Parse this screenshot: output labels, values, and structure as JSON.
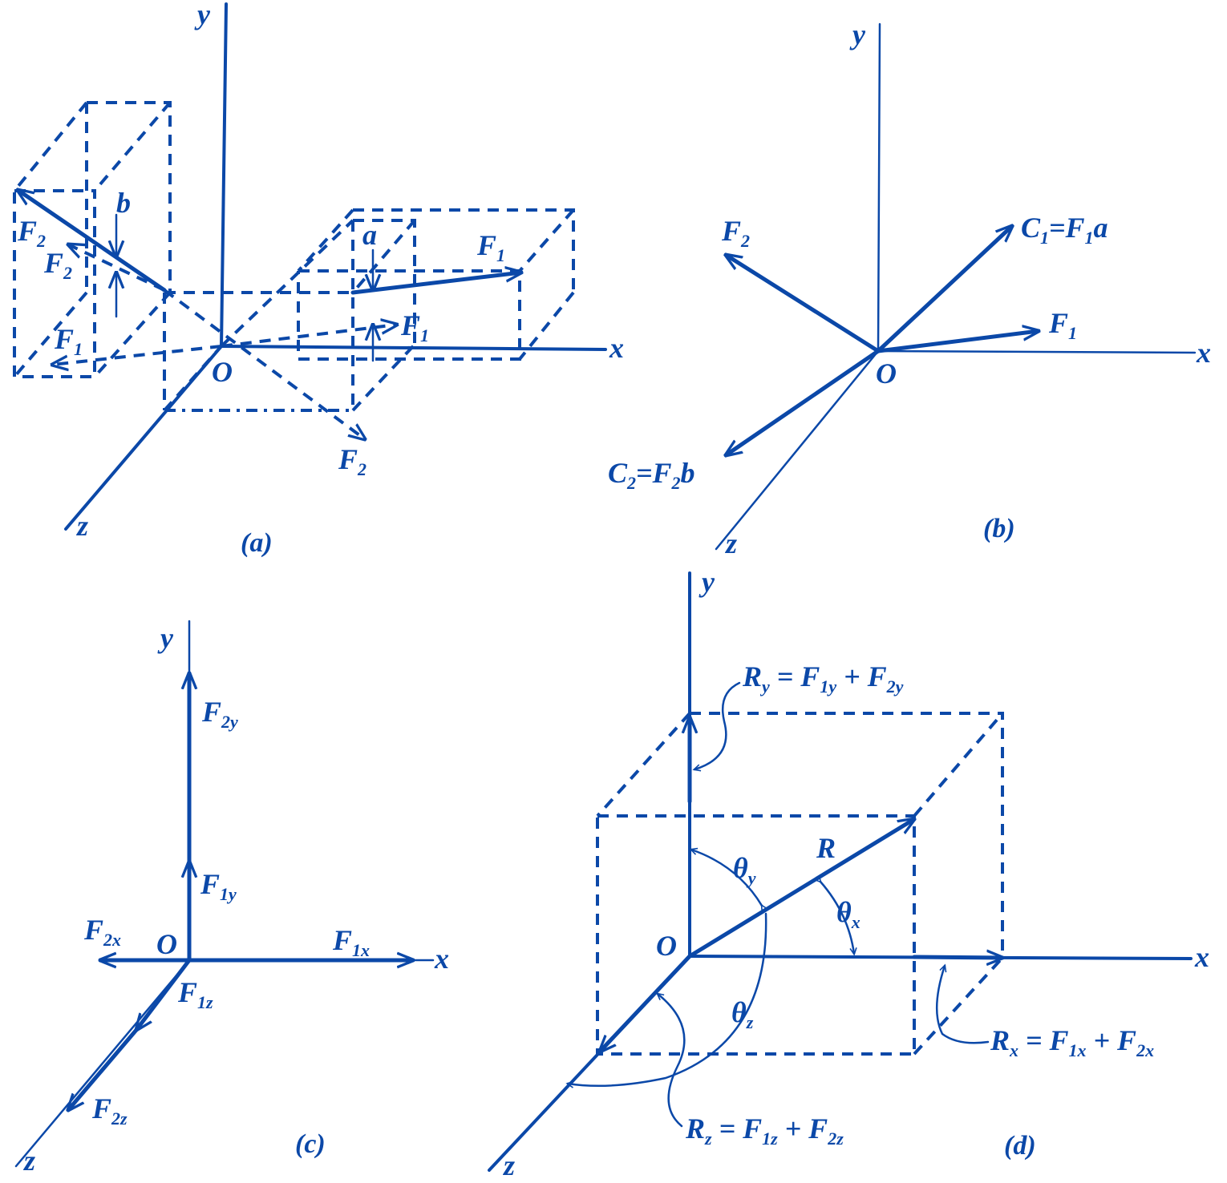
{
  "color": "#0b48a8",
  "panels": {
    "a": {
      "caption": "(a)",
      "axes": {
        "x": "x",
        "y": "y",
        "z": "z",
        "origin": "O"
      },
      "labels": {
        "F2_solid": {
          "main": "F",
          "sub": "2"
        },
        "F2_dashed_left": {
          "main": "F",
          "sub": "2"
        },
        "F1_left": {
          "main": "F",
          "sub": "1"
        },
        "b": "b",
        "a": "a",
        "F1_solid": {
          "main": "F",
          "sub": "1"
        },
        "F1_dashed": {
          "main": "F",
          "sub": "1"
        },
        "F2_dashed_right": {
          "main": "F",
          "sub": "2"
        }
      }
    },
    "b": {
      "caption": "(b)",
      "axes": {
        "x": "x",
        "y": "y",
        "z": "z",
        "origin": "O"
      },
      "labels": {
        "F2": {
          "main": "F",
          "sub": "2"
        },
        "C1": {
          "main": "C",
          "sub": "1",
          "eq": "=F",
          "sub2": "1",
          "tail": "a"
        },
        "F1": {
          "main": "F",
          "sub": "1"
        },
        "C2": {
          "main": "C",
          "sub": "2",
          "eq": "=F",
          "sub2": "2",
          "tail": "b"
        }
      }
    },
    "c": {
      "caption": "(c)",
      "axes": {
        "x": "x",
        "y": "y",
        "z": "z",
        "origin": "O"
      },
      "labels": {
        "F2y": {
          "main": "F",
          "sub": "2y"
        },
        "F1y": {
          "main": "F",
          "sub": "1y"
        },
        "F2x": {
          "main": "F",
          "sub": "2x"
        },
        "F1x": {
          "main": "F",
          "sub": "1x"
        },
        "F1z": {
          "main": "F",
          "sub": "1z"
        },
        "F2z": {
          "main": "F",
          "sub": "2z"
        }
      }
    },
    "d": {
      "caption": "(d)",
      "axes": {
        "x": "x",
        "y": "y",
        "z": "z",
        "origin": "O"
      },
      "labels": {
        "R": "R",
        "theta_y": {
          "main": "θ",
          "sub": "y"
        },
        "theta_x": {
          "main": "θ",
          "sub": "x"
        },
        "theta_z": {
          "main": "θ",
          "sub": "z"
        },
        "Ry": {
          "main": "R",
          "sub": "y",
          "eq1": " = F",
          "s1": "1y",
          "eq2": " + F",
          "s2": "2y"
        },
        "Rx": {
          "main": "R",
          "sub": "x",
          "eq1": " = F",
          "s1": "1x",
          "eq2": " + F",
          "s2": "2x"
        },
        "Rz": {
          "main": "R",
          "sub": "z",
          "eq1": " = F",
          "s1": "1z",
          "eq2": " + F",
          "s2": "2z"
        }
      }
    }
  }
}
